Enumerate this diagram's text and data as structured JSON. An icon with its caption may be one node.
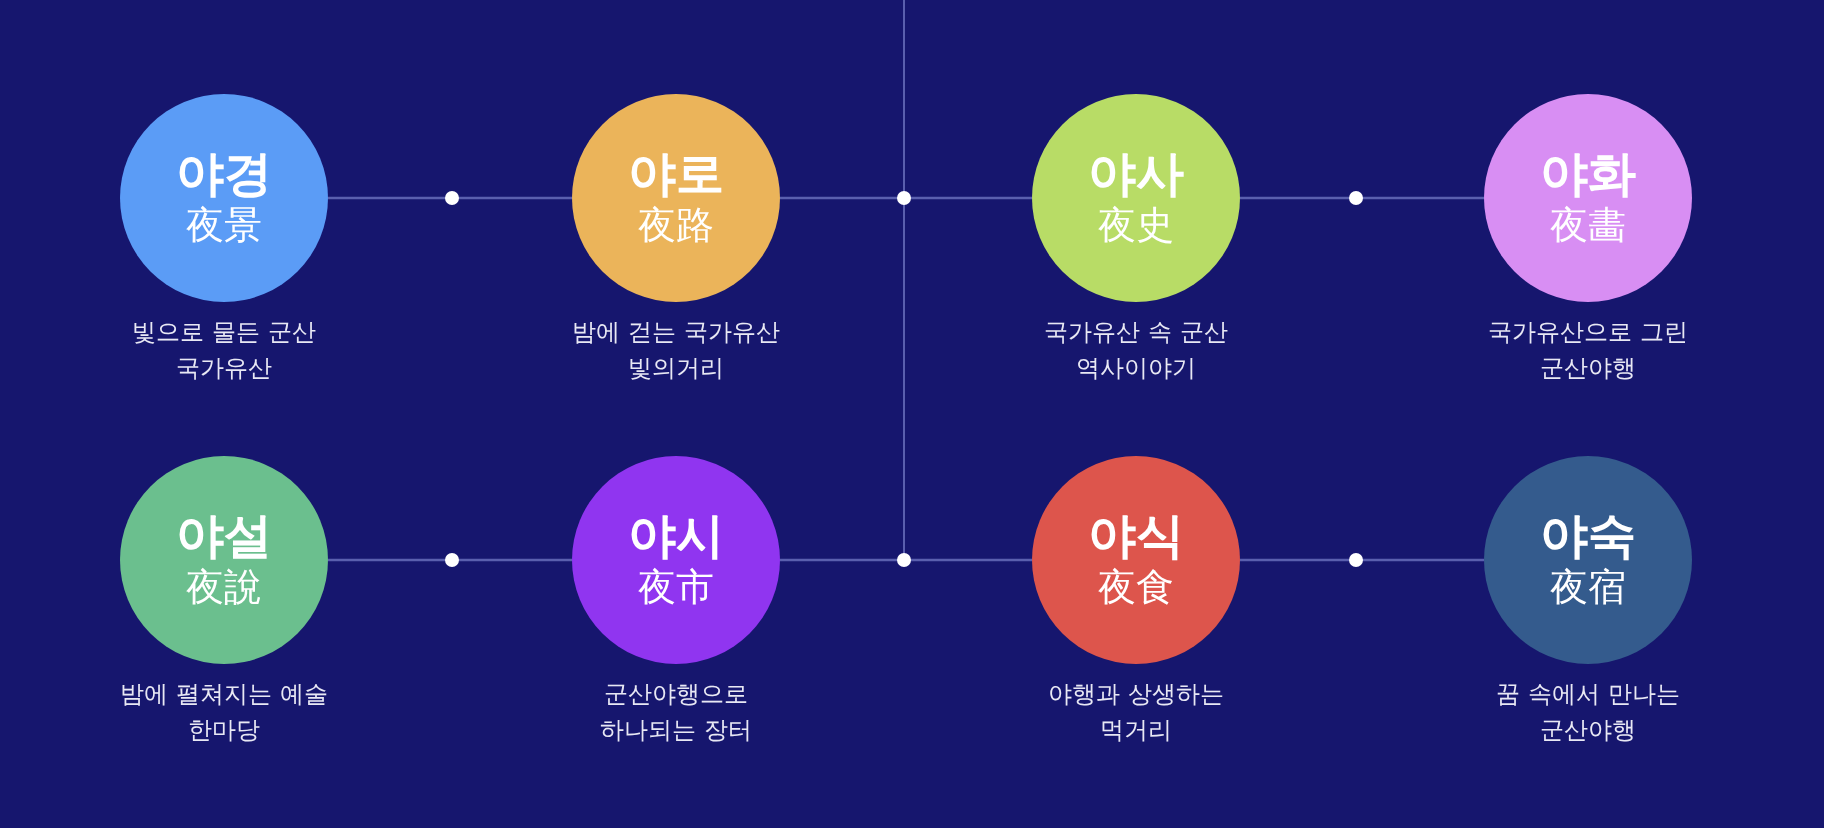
{
  "diagram": {
    "nodes": [
      {
        "text": [
          "야경",
          "夜景"
        ],
        "beside": [
          "빛으로 물든 군산 국가유산"
        ]
      },
      {
        "text": [
          "야로",
          "夜路"
        ],
        "beside": [
          "밤에 걷는 국가유산 빛의거리"
        ]
      },
      {
        "text": [
          "야사",
          "夜史"
        ],
        "beside": [
          "국가유산 속 군산 역사이야기"
        ]
      },
      {
        "text": [
          "야화",
          "夜畵"
        ],
        "beside": [
          "국가유산으로 그린 군산야행"
        ]
      },
      {
        "text": [
          "야설",
          "夜說"
        ],
        "beside": [
          "밤에 펼쳐지는 예술 한마당"
        ]
      },
      {
        "text": [
          "야시",
          "夜市"
        ],
        "beside": [
          "군산야행으로 하나되는 장터"
        ]
      },
      {
        "text": [
          "야식",
          "夜食"
        ],
        "beside": [
          "야행과 상생하는 먹거리"
        ]
      },
      {
        "text": [
          "야숙",
          "夜宿"
        ],
        "beside": [
          "꿈 속에서 만나는 군산야행"
        ]
      }
    ],
    "edges": [
      {
        "from": 0,
        "to": 1,
        "arrow": "none"
      },
      {
        "from": 1,
        "to": 2,
        "arrow": "none"
      },
      {
        "from": 2,
        "to": 3,
        "arrow": "none"
      },
      {
        "from": 4,
        "to": 5,
        "arrow": "none"
      },
      {
        "from": 5,
        "to": 6,
        "arrow": "none"
      },
      {
        "from": 6,
        "to": 7,
        "arrow": "none"
      }
    ]
  }
}
